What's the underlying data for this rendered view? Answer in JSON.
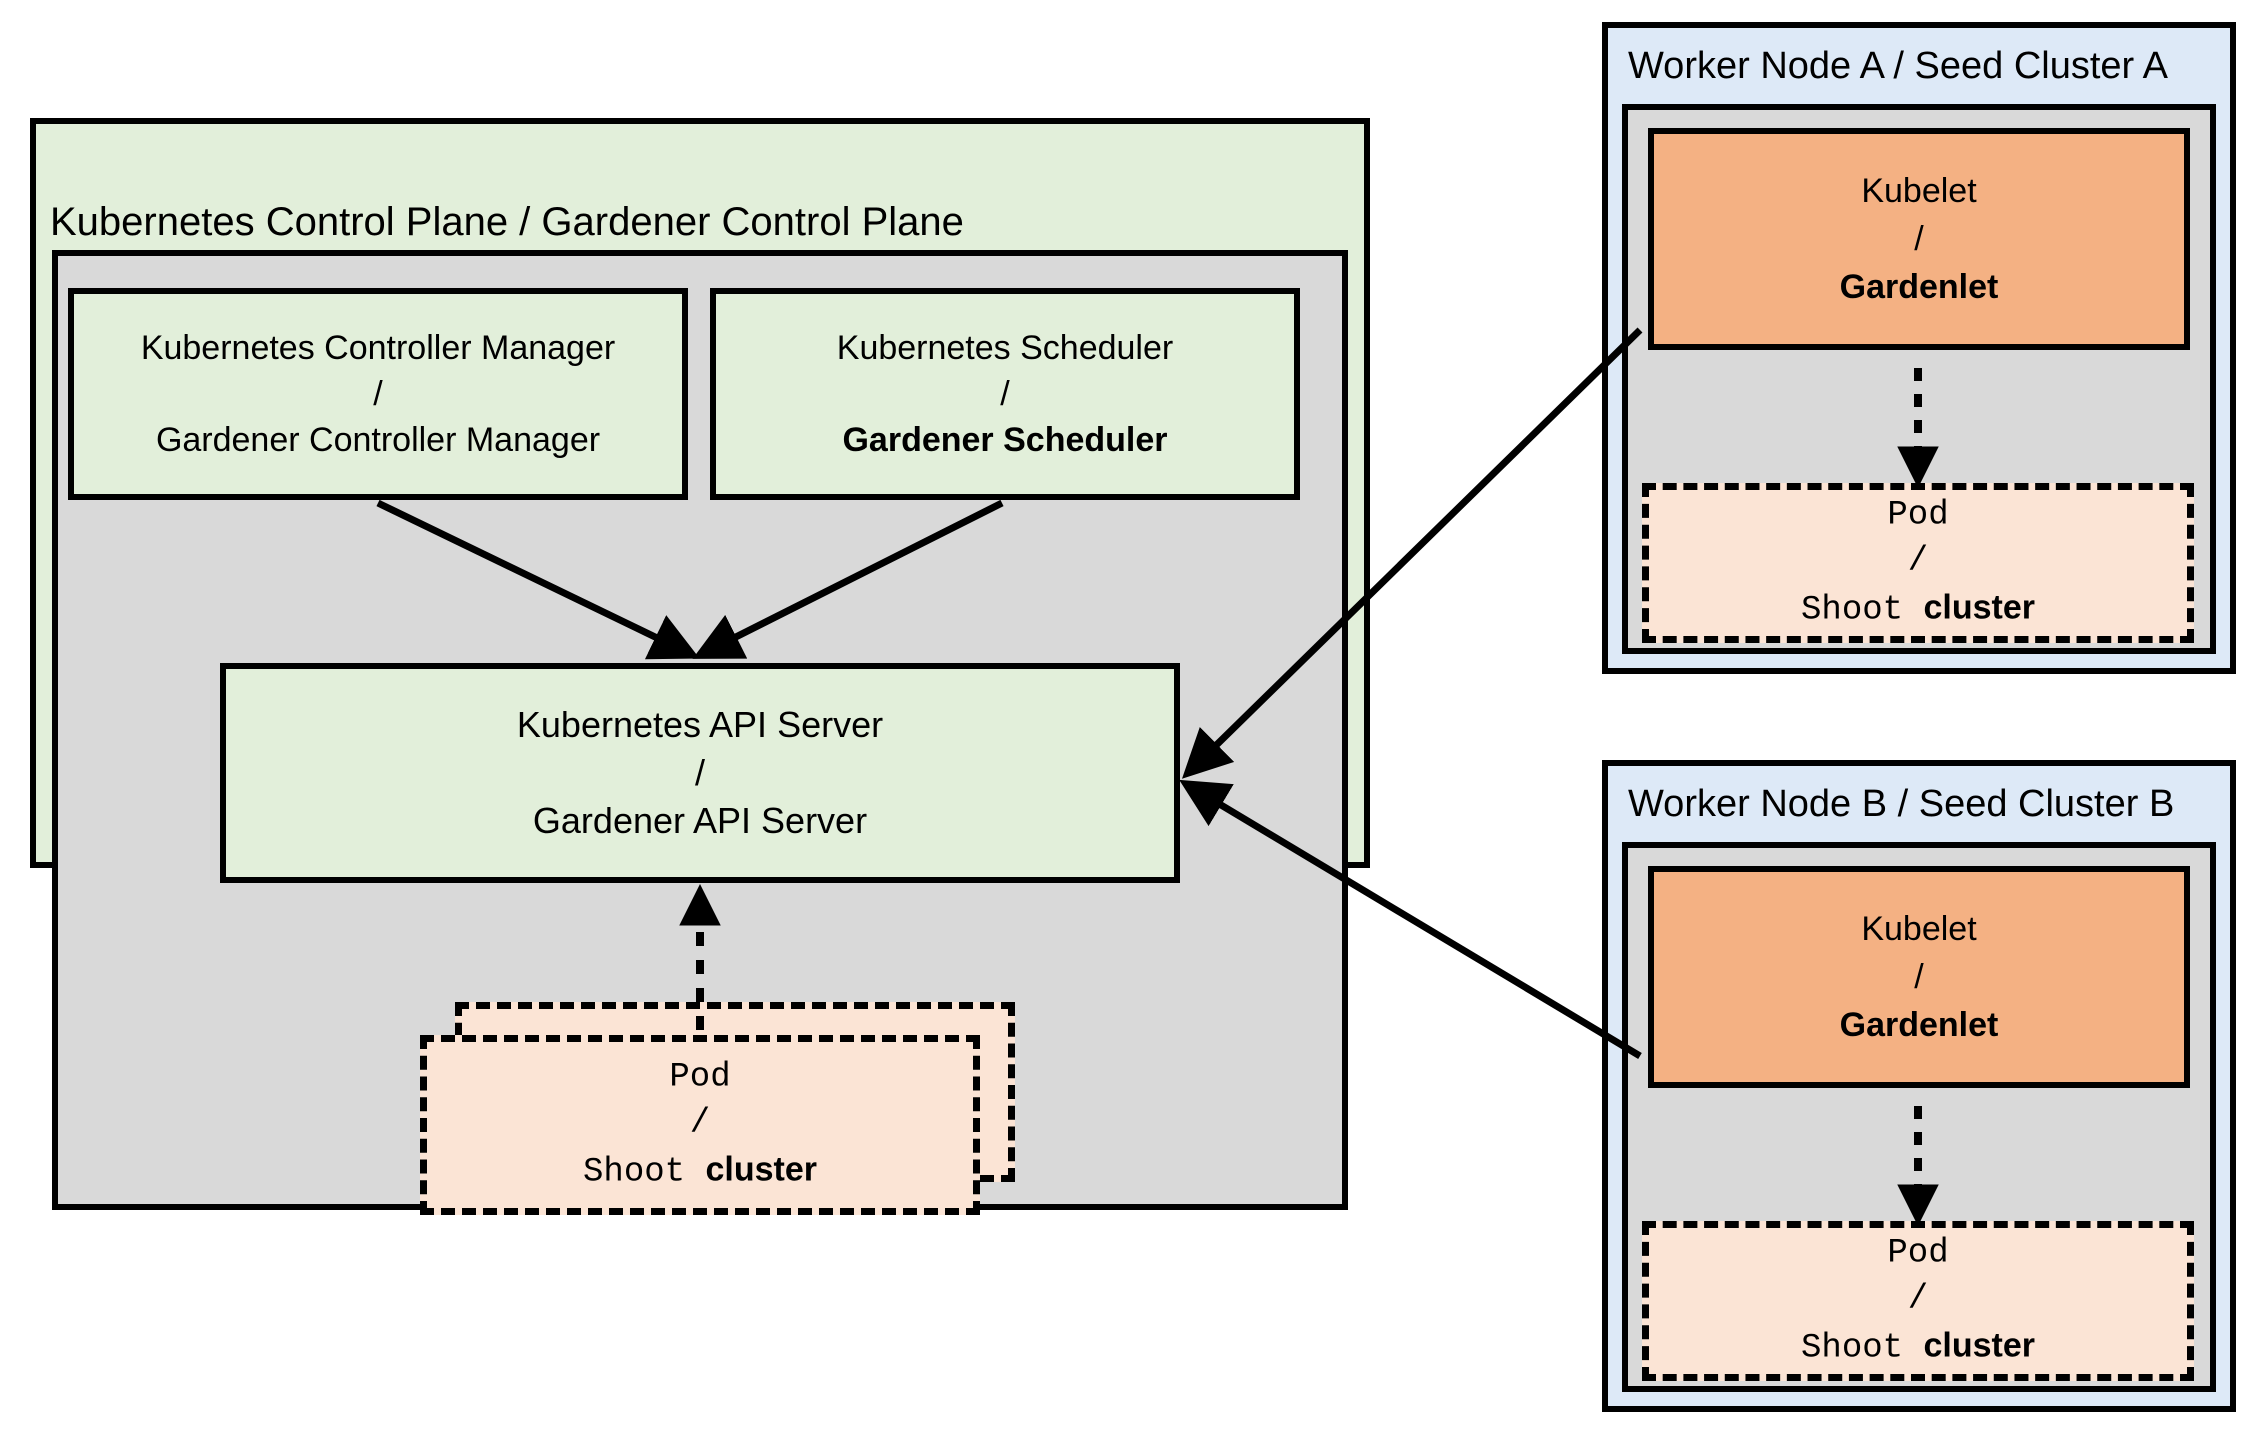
{
  "diagram": {
    "title_control_plane": "Kubernetes Control Plane / Gardener Control Plane",
    "control_plane": {
      "components": [
        {
          "name": "kubernetes-controller-manager",
          "line1": "Kubernetes Controller Manager",
          "sep": "/",
          "line2": "Gardener Controller Manager",
          "line2_bold": false,
          "fill": "#e2efda"
        },
        {
          "name": "kubernetes-scheduler",
          "line1": "Kubernetes Scheduler",
          "sep": "/",
          "line2": "Gardener Scheduler",
          "line2_bold": true,
          "fill": "#e2efda"
        },
        {
          "name": "kubernetes-api-server",
          "line1": "Kubernetes API Server",
          "sep": "/",
          "line2": "Gardener API Server",
          "line2_bold": false,
          "fill": "#e2efda"
        }
      ],
      "pod": {
        "line1": "Pod",
        "sep": "/",
        "line2_mono": "Shoot",
        "line2_bold": "cluster",
        "fill": "#fbe4d5",
        "stacked": true
      }
    },
    "worker_nodes": [
      {
        "title": "Worker Node A / Seed Cluster A",
        "fill": "#dde9f7",
        "inner_fill": "#d9d9d9",
        "kubelet": {
          "line1": "Kubelet",
          "sep": "/",
          "line2": "Gardenlet",
          "line2_bold": true,
          "fill": "#f4b183"
        },
        "pod": {
          "line1": "Pod",
          "sep": "/",
          "line2_mono": "Shoot",
          "line2_bold": "cluster",
          "fill": "#fbe4d5"
        }
      },
      {
        "title": "Worker Node B / Seed Cluster B",
        "fill": "#dde9f7",
        "inner_fill": "#d9d9d9",
        "kubelet": {
          "line1": "Kubelet",
          "sep": "/",
          "line2": "Gardenlet",
          "line2_bold": true,
          "fill": "#f4b183"
        },
        "pod": {
          "line1": "Pod",
          "sep": "/",
          "line2_mono": "Shoot",
          "line2_bold": "cluster",
          "fill": "#fbe4d5"
        }
      }
    ],
    "colors": {
      "green": "#e2efda",
      "gray": "#d9d9d9",
      "blue": "#dde9f7",
      "orange": "#f4b183",
      "peach": "#fbe4d5",
      "stroke": "#000000"
    },
    "connections": [
      {
        "name": "controller-manager-to-api-server",
        "style": "solid-arrow"
      },
      {
        "name": "scheduler-to-api-server",
        "style": "solid-arrow"
      },
      {
        "name": "control-plane-pod-to-api-server",
        "style": "dotted-arrow"
      },
      {
        "name": "gardenlet-a-to-api-server",
        "style": "solid-arrow"
      },
      {
        "name": "gardenlet-b-to-api-server",
        "style": "solid-arrow"
      },
      {
        "name": "gardenlet-a-to-pod-a",
        "style": "dotted-arrow"
      },
      {
        "name": "gardenlet-b-to-pod-b",
        "style": "dotted-arrow"
      }
    ]
  }
}
